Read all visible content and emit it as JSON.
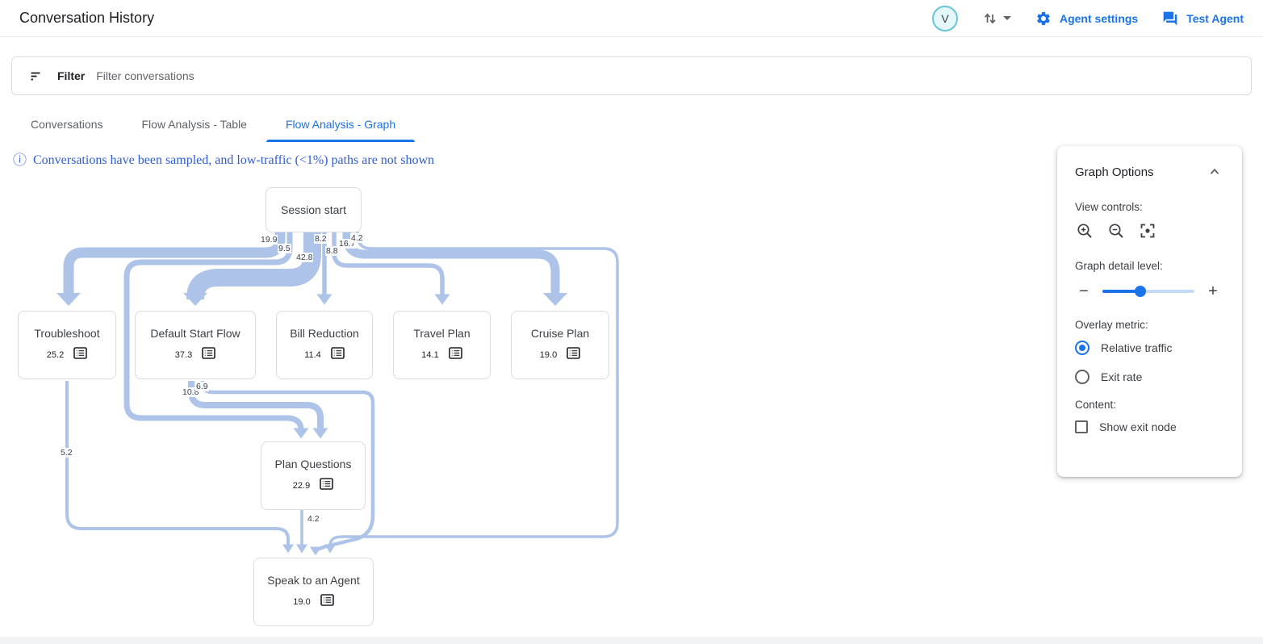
{
  "header": {
    "title": "Conversation History",
    "avatar_initial": "V",
    "agent_settings_label": "Agent settings",
    "test_agent_label": "Test Agent"
  },
  "filter_bar": {
    "label": "Filter",
    "placeholder": "Filter conversations"
  },
  "tabs": [
    {
      "label": "Conversations",
      "active": false
    },
    {
      "label": "Flow Analysis - Table",
      "active": false
    },
    {
      "label": "Flow Analysis - Graph",
      "active": true
    }
  ],
  "notice": {
    "icon": "info-icon",
    "text": "Conversations have been sampled, and low-traffic (<1%) paths are not shown"
  },
  "flow_graph": {
    "type": "sankey-flow",
    "edge_color": "#aec3e8",
    "nodes": [
      {
        "title": "Session start",
        "value": ""
      },
      {
        "title": "Troubleshoot",
        "value": "25.2"
      },
      {
        "title": "Default Start Flow",
        "value": "37.3"
      },
      {
        "title": "Bill Reduction",
        "value": "11.4"
      },
      {
        "title": "Travel Plan",
        "value": "14.1"
      },
      {
        "title": "Cruise Plan",
        "value": "19.0"
      },
      {
        "title": "Plan Questions",
        "value": "22.9"
      },
      {
        "title": "Speak to an Agent",
        "value": "19.0"
      }
    ],
    "edges": [
      {
        "from": "Session start",
        "to": "Troubleshoot",
        "value": "19.9"
      },
      {
        "from": "Session start",
        "to": "Plan Questions",
        "value": "9.5"
      },
      {
        "from": "Session start",
        "to": "Default Start Flow",
        "value": "42.8"
      },
      {
        "from": "Session start",
        "to": "Bill Reduction",
        "value": "8.2"
      },
      {
        "from": "Session start",
        "to": "Travel Plan",
        "value": "8.8"
      },
      {
        "from": "Session start",
        "to": "Cruise Plan",
        "value": "16.7"
      },
      {
        "from": "Session start",
        "to": "Speak to an Agent",
        "value": "4.2"
      },
      {
        "from": "Troubleshoot",
        "to": "Speak to an Agent",
        "value": "5.2"
      },
      {
        "from": "Default Start Flow",
        "to": "Plan Questions",
        "value": "10.8"
      },
      {
        "from": "Default Start Flow",
        "to": "Speak to an Agent",
        "value": "6.9"
      },
      {
        "from": "Plan Questions",
        "to": "Speak to an Agent",
        "value": "4.2"
      }
    ]
  },
  "graph_options": {
    "title": "Graph Options",
    "view_controls_label": "View controls:",
    "detail_level_label": "Graph detail level:",
    "detail_level_percent": 41,
    "overlay_metric_label": "Overlay metric:",
    "overlay_options": [
      {
        "label": "Relative traffic",
        "selected": true
      },
      {
        "label": "Exit rate",
        "selected": false
      }
    ],
    "content_label": "Content:",
    "show_exit_node_label": "Show exit node",
    "show_exit_node_checked": false
  },
  "colors": {
    "accent_blue": "#1a73e8",
    "edge_blue": "#aec3e8",
    "notice_blue": "#2e5cd6",
    "avatar_ring": "#66c5d8"
  }
}
